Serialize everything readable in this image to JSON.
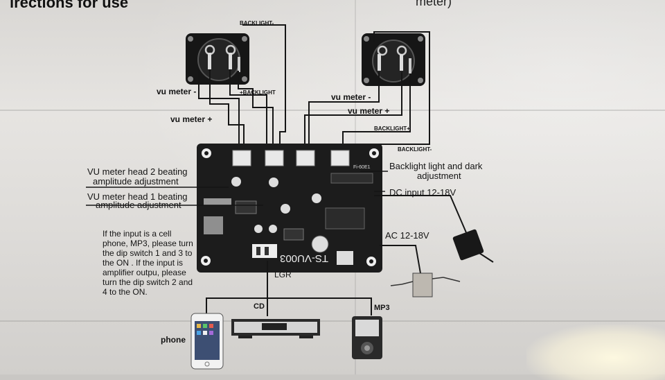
{
  "heading": "irections for use",
  "heading_right": "meter)",
  "labels": {
    "backlight_minus_top": "BACKLIGHT-",
    "vu_meter_minus_left": "vu meter -",
    "plus_backlight": "+BACKLIGHT",
    "vu_meter_plus_left": "vu meter +",
    "vu_meter_minus_right": "vu meter -",
    "vu_meter_plus_right": "vu meter +",
    "backlight_plus_right": "BACKLIGHT+",
    "backlight_minus_right": "BACKLIGHT-",
    "head2_line1": "VU meter head 2 beating",
    "head2_line2": "amplitude adjustment",
    "head1_line1": "VU meter head 1 beating",
    "head1_line2": "amplitude adjustment",
    "backlight_adj_line1": "Backlight light and dark",
    "backlight_adj_line2": "adjustment",
    "dc_input": "DC input 12-18V",
    "ac_input": "AC 12-18V",
    "dip_note": "If the input is a cell phone, MP3, please turn the dip switch 1 and 3 to the ON . If the input is amplifier outpu, please turn the dip switch 2 and 4 to the ON.",
    "lgr": "LGR",
    "cd": "CD",
    "mp3": "MP3",
    "phone": "phone",
    "board_model": "TS-VU003",
    "board_small": "Fi-60E1"
  },
  "colors": {
    "paper": "#e2e0dd",
    "ink": "#141414",
    "board": "#1c1c1c",
    "meter": "#161616"
  }
}
